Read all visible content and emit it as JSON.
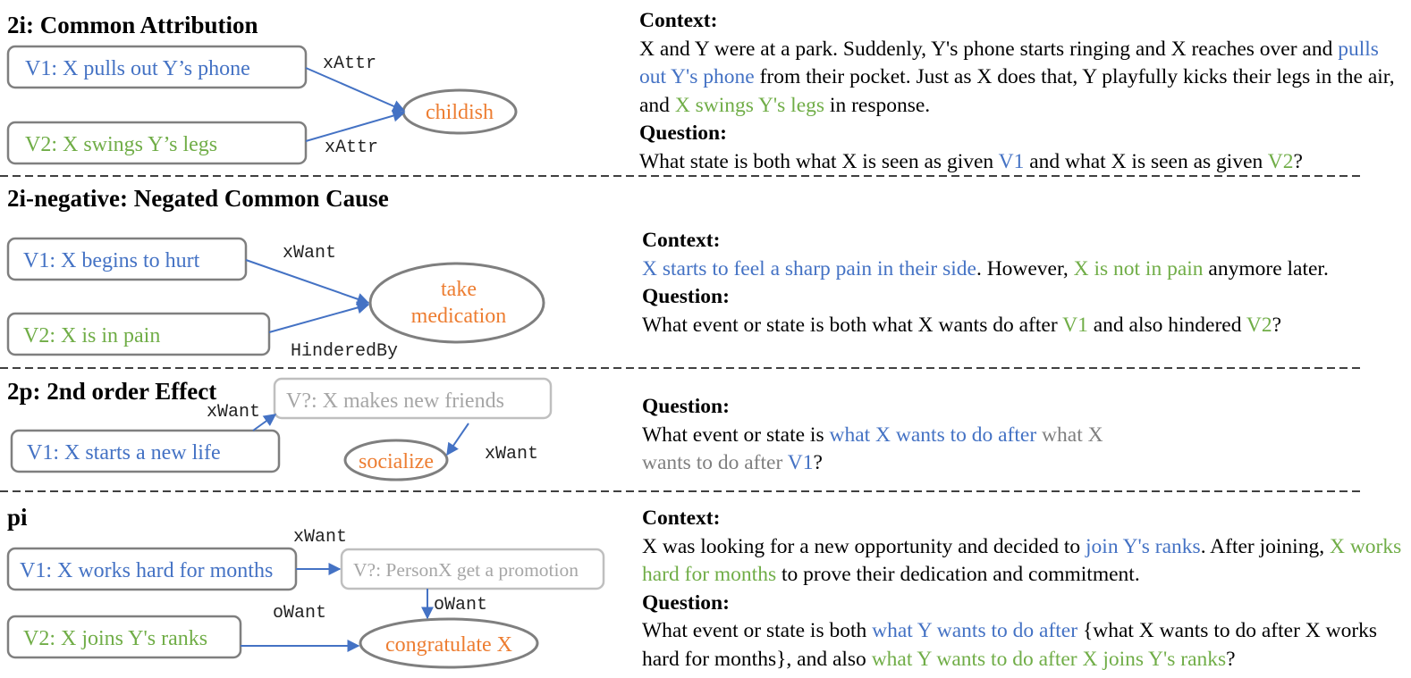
{
  "colors": {
    "blue": "#4472c4",
    "green": "#70ad47",
    "orange": "#ed7d31",
    "gray_text": "#a6a6a6",
    "box_border": "#7f7f7f"
  },
  "sections": [
    {
      "id": "2i",
      "title": "2i: Common Attribution",
      "nodes": {
        "v1": "V1: X pulls out Y’s phone",
        "v2": "V2: X swings Y’s legs",
        "answer": "childish"
      },
      "relations": [
        "xAttr",
        "xAttr"
      ],
      "context_label": "Context:",
      "context": [
        {
          "t": "X and Y were at a park. Suddenly, Y's phone starts ringing and X reaches over and ",
          "c": ""
        },
        {
          "t": "pulls out Y's phone",
          "c": "blue"
        },
        {
          "t": " from their pocket. Just as X does that, Y playfully kicks their legs in the air, and ",
          "c": ""
        },
        {
          "t": "X swings Y's legs",
          "c": "green"
        },
        {
          "t": " in response.",
          "c": ""
        }
      ],
      "question_label": "Question:",
      "question": [
        {
          "t": "What state is both what X is seen as given ",
          "c": ""
        },
        {
          "t": "V1",
          "c": "blue"
        },
        {
          "t": " and what X is seen as given ",
          "c": ""
        },
        {
          "t": "V2",
          "c": "green"
        },
        {
          "t": "?",
          "c": ""
        }
      ]
    },
    {
      "id": "2i-negative",
      "title": "2i-negative: Negated Common Cause",
      "nodes": {
        "v1": "V1: X begins to hurt",
        "v2": "V2: X is in pain",
        "answer_line1": "take",
        "answer_line2": "medication"
      },
      "relations": [
        "xWant",
        "HinderedBy"
      ],
      "context_label": "Context:",
      "context": [
        {
          "t": "X starts to feel a sharp pain in their side",
          "c": "blue"
        },
        {
          "t": ". However, ",
          "c": ""
        },
        {
          "t": "X is not in pain",
          "c": "green"
        },
        {
          "t": " anymore later.",
          "c": ""
        }
      ],
      "question_label": "Question:",
      "question": [
        {
          "t": "What event or state is both what X wants do after ",
          "c": ""
        },
        {
          "t": "V1",
          "c": "green"
        },
        {
          "t": " and also hindered ",
          "c": ""
        },
        {
          "t": "V2",
          "c": "green"
        },
        {
          "t": "?",
          "c": ""
        }
      ]
    },
    {
      "id": "2p",
      "title": "2p: 2nd order Effect",
      "nodes": {
        "v1": "V1: X starts a new life",
        "vq": "V?: X makes new friends",
        "answer": "socialize"
      },
      "relations": [
        "xWant",
        "xWant"
      ],
      "question_label": "Question:",
      "question": [
        {
          "t": "What event or state is ",
          "c": ""
        },
        {
          "t": "what X wants to do after",
          "c": "blue"
        },
        {
          "t": " what X wants to do after ",
          "c": "gray"
        },
        {
          "t": "V1",
          "c": "blue"
        },
        {
          "t": "?",
          "c": ""
        }
      ]
    },
    {
      "id": "pi",
      "title": "pi",
      "nodes": {
        "v1": "V1: X works hard for months",
        "vq": "V?: PersonX get a promotion",
        "v2": "V2: X joins Y's ranks",
        "answer": "congratulate X"
      },
      "relations": [
        "xWant",
        "oWant",
        "oWant"
      ],
      "context_label": "Context:",
      "context": [
        {
          "t": "X was looking for a new opportunity and decided to ",
          "c": ""
        },
        {
          "t": "join Y's ranks",
          "c": "blue"
        },
        {
          "t": ". After joining, ",
          "c": ""
        },
        {
          "t": "X works hard for months",
          "c": "green"
        },
        {
          "t": " to prove their dedication and commitment.",
          "c": ""
        }
      ],
      "question_label": "Question:",
      "question": [
        {
          "t": "What event or state is both ",
          "c": ""
        },
        {
          "t": "what Y wants to do after",
          "c": "blue"
        },
        {
          "t": " {what X wants to do after X works hard for months}, and also ",
          "c": ""
        },
        {
          "t": "what Y wants to do after X joins Y's ranks",
          "c": "green"
        },
        {
          "t": "?",
          "c": ""
        }
      ]
    }
  ]
}
